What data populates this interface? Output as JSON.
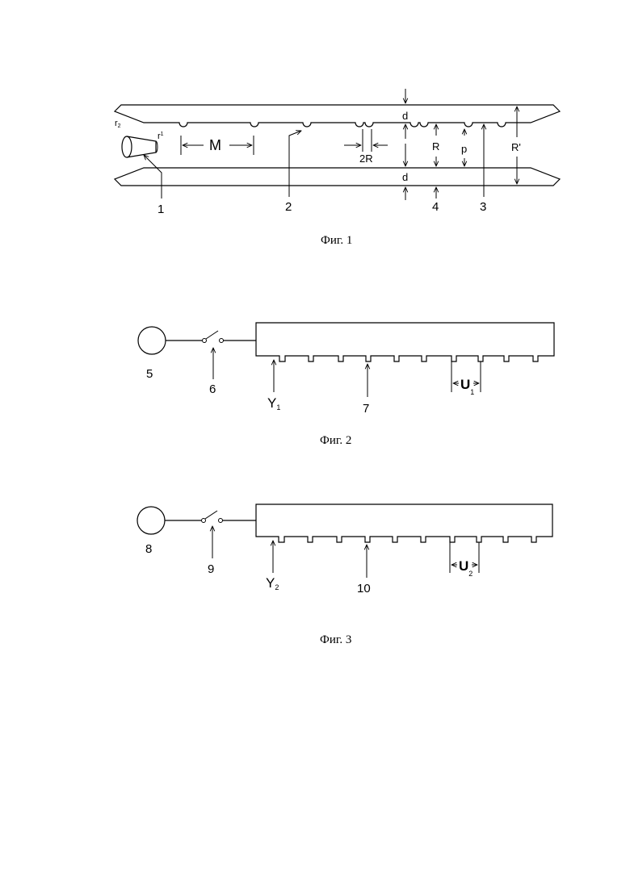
{
  "fig1": {
    "caption": "Фиг. 1",
    "labels": {
      "r2": "r",
      "r2_sub": "2",
      "r1": "r",
      "r1_sub": "1",
      "M": "M",
      "twoR": "2R",
      "d_top": "d",
      "d_bottom": "d",
      "R": "R",
      "p": "p",
      "R_prime": "R'",
      "n1": "1",
      "n2": "2",
      "n3": "3",
      "n4": "4"
    }
  },
  "fig2": {
    "caption": "Фиг. 2",
    "labels": {
      "n5": "5",
      "n6": "6",
      "n7": "7",
      "Y": "Y",
      "Y_sub": "1",
      "U": "U",
      "U_sub": "1"
    }
  },
  "fig3": {
    "caption": "Фиг. 3",
    "labels": {
      "n8": "8",
      "n9": "9",
      "n10": "10",
      "Y": "Y",
      "Y_sub": "2",
      "U": "U",
      "U_sub": "2"
    }
  }
}
